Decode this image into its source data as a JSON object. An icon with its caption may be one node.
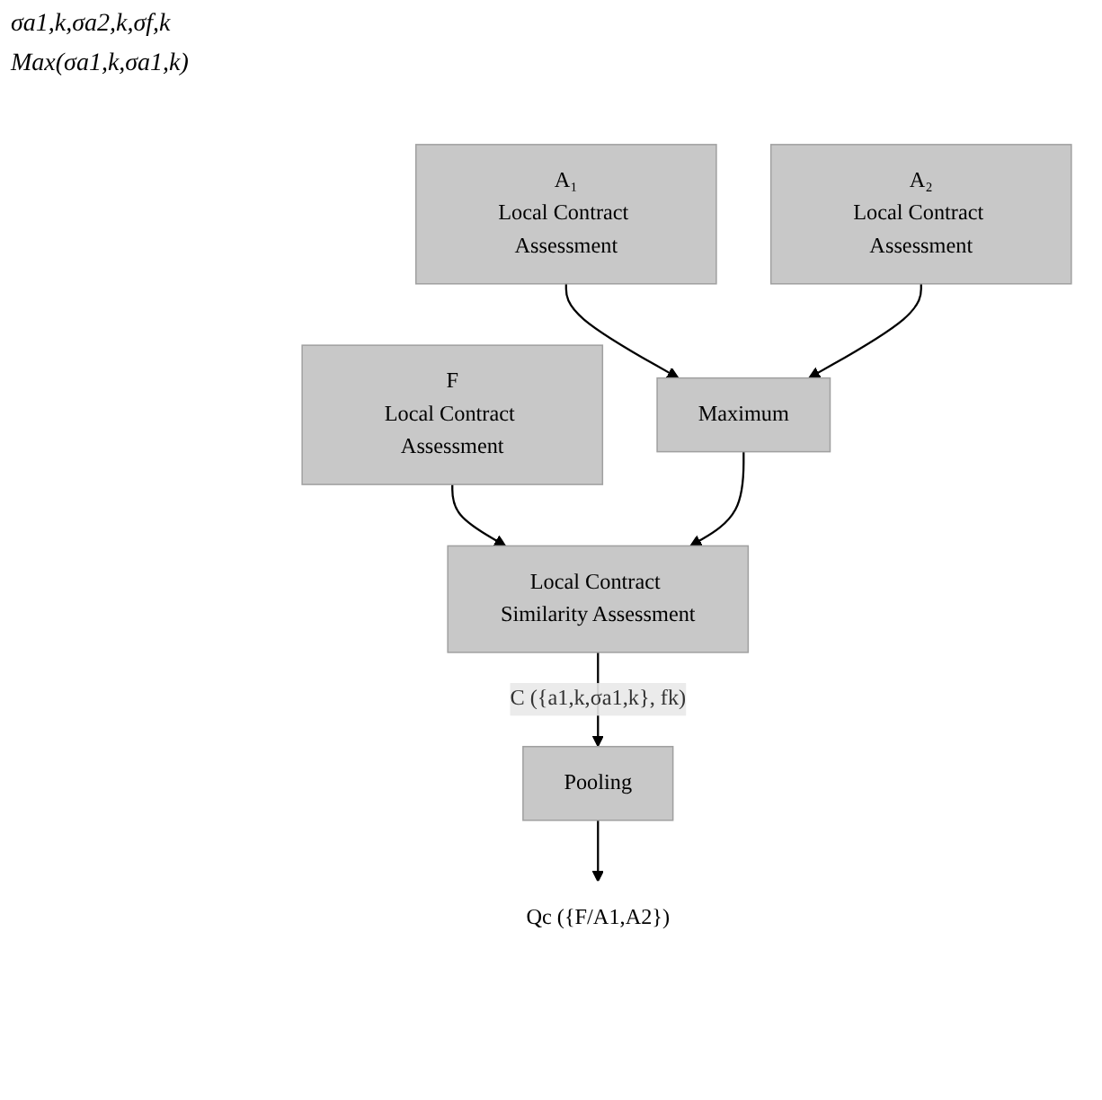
{
  "diagram": {
    "nodes": [
      {
        "text": [
          "A₁",
          "Local Contract Assessment"
        ]
      },
      {
        "text": [
          "A₂",
          "Local Contract Assessment"
        ]
      },
      {
        "text": [
          "F",
          "Local Contract Assessment"
        ]
      },
      {
        "text": [
          "Maximum"
        ]
      },
      {
        "text": [
          "Local Contract Similarity Assessment"
        ]
      },
      {
        "text": [
          "Pooling"
        ]
      },
      {
        "text": [
          "Qc ({F/A1,A2})"
        ]
      }
    ],
    "edges": [
      {
        "from": 0,
        "to": 3,
        "arrow": "to"
      },
      {
        "from": 1,
        "to": 3,
        "arrow": "to"
      },
      {
        "from": 2,
        "to": 4,
        "arrow": "to"
      },
      {
        "from": 3,
        "to": 4,
        "arrow": "to"
      },
      {
        "from": 4,
        "to": 5,
        "arrow": "to",
        "label": "C ({a1,k,σa1,k}, fk)"
      },
      {
        "from": 5,
        "to": 6,
        "arrow": "to"
      }
    ],
    "labels": [
      "σa1,k,σa2,k,σf,k",
      "Max(σa1,k,σa1,k)"
    ]
  }
}
